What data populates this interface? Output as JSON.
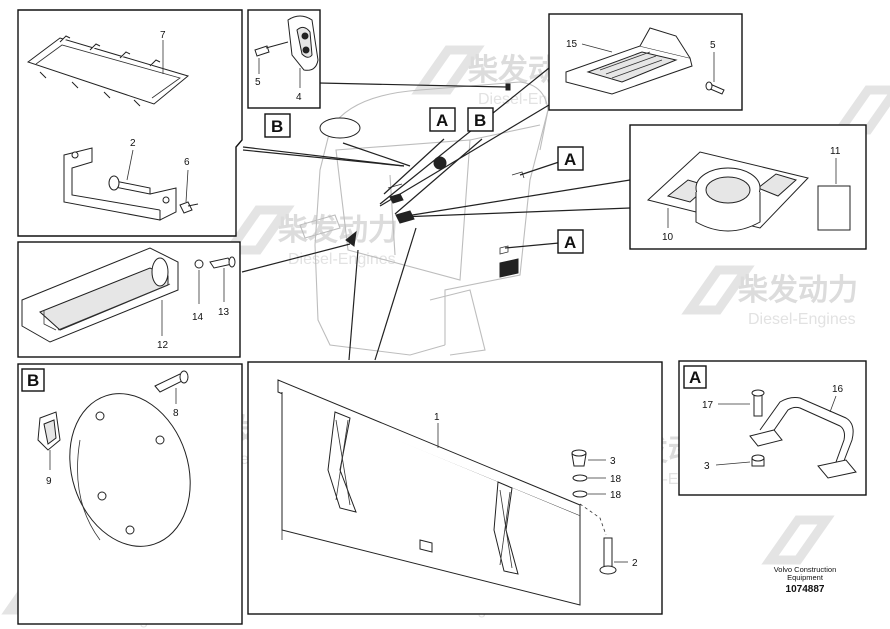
{
  "watermark": {
    "cn": "柴发动力",
    "en": "Diesel-Engines"
  },
  "callouts": {
    "a": "A",
    "b": "B"
  },
  "labels": {
    "p1": "1",
    "p2": "2",
    "p2b": "2",
    "p3": "3",
    "p3b": "3",
    "p4": "4",
    "p5": "5",
    "p5b": "5",
    "p6": "6",
    "p7": "7",
    "p8": "8",
    "p9": "9",
    "p10": "10",
    "p11": "11",
    "p12": "12",
    "p13": "13",
    "p14": "14",
    "p15": "15",
    "p16": "16",
    "p17": "17",
    "p18": "18",
    "p18b": "18"
  },
  "footer": {
    "line1": "Volvo Construction",
    "line2": "Equipment",
    "doc_number": "1074887"
  }
}
